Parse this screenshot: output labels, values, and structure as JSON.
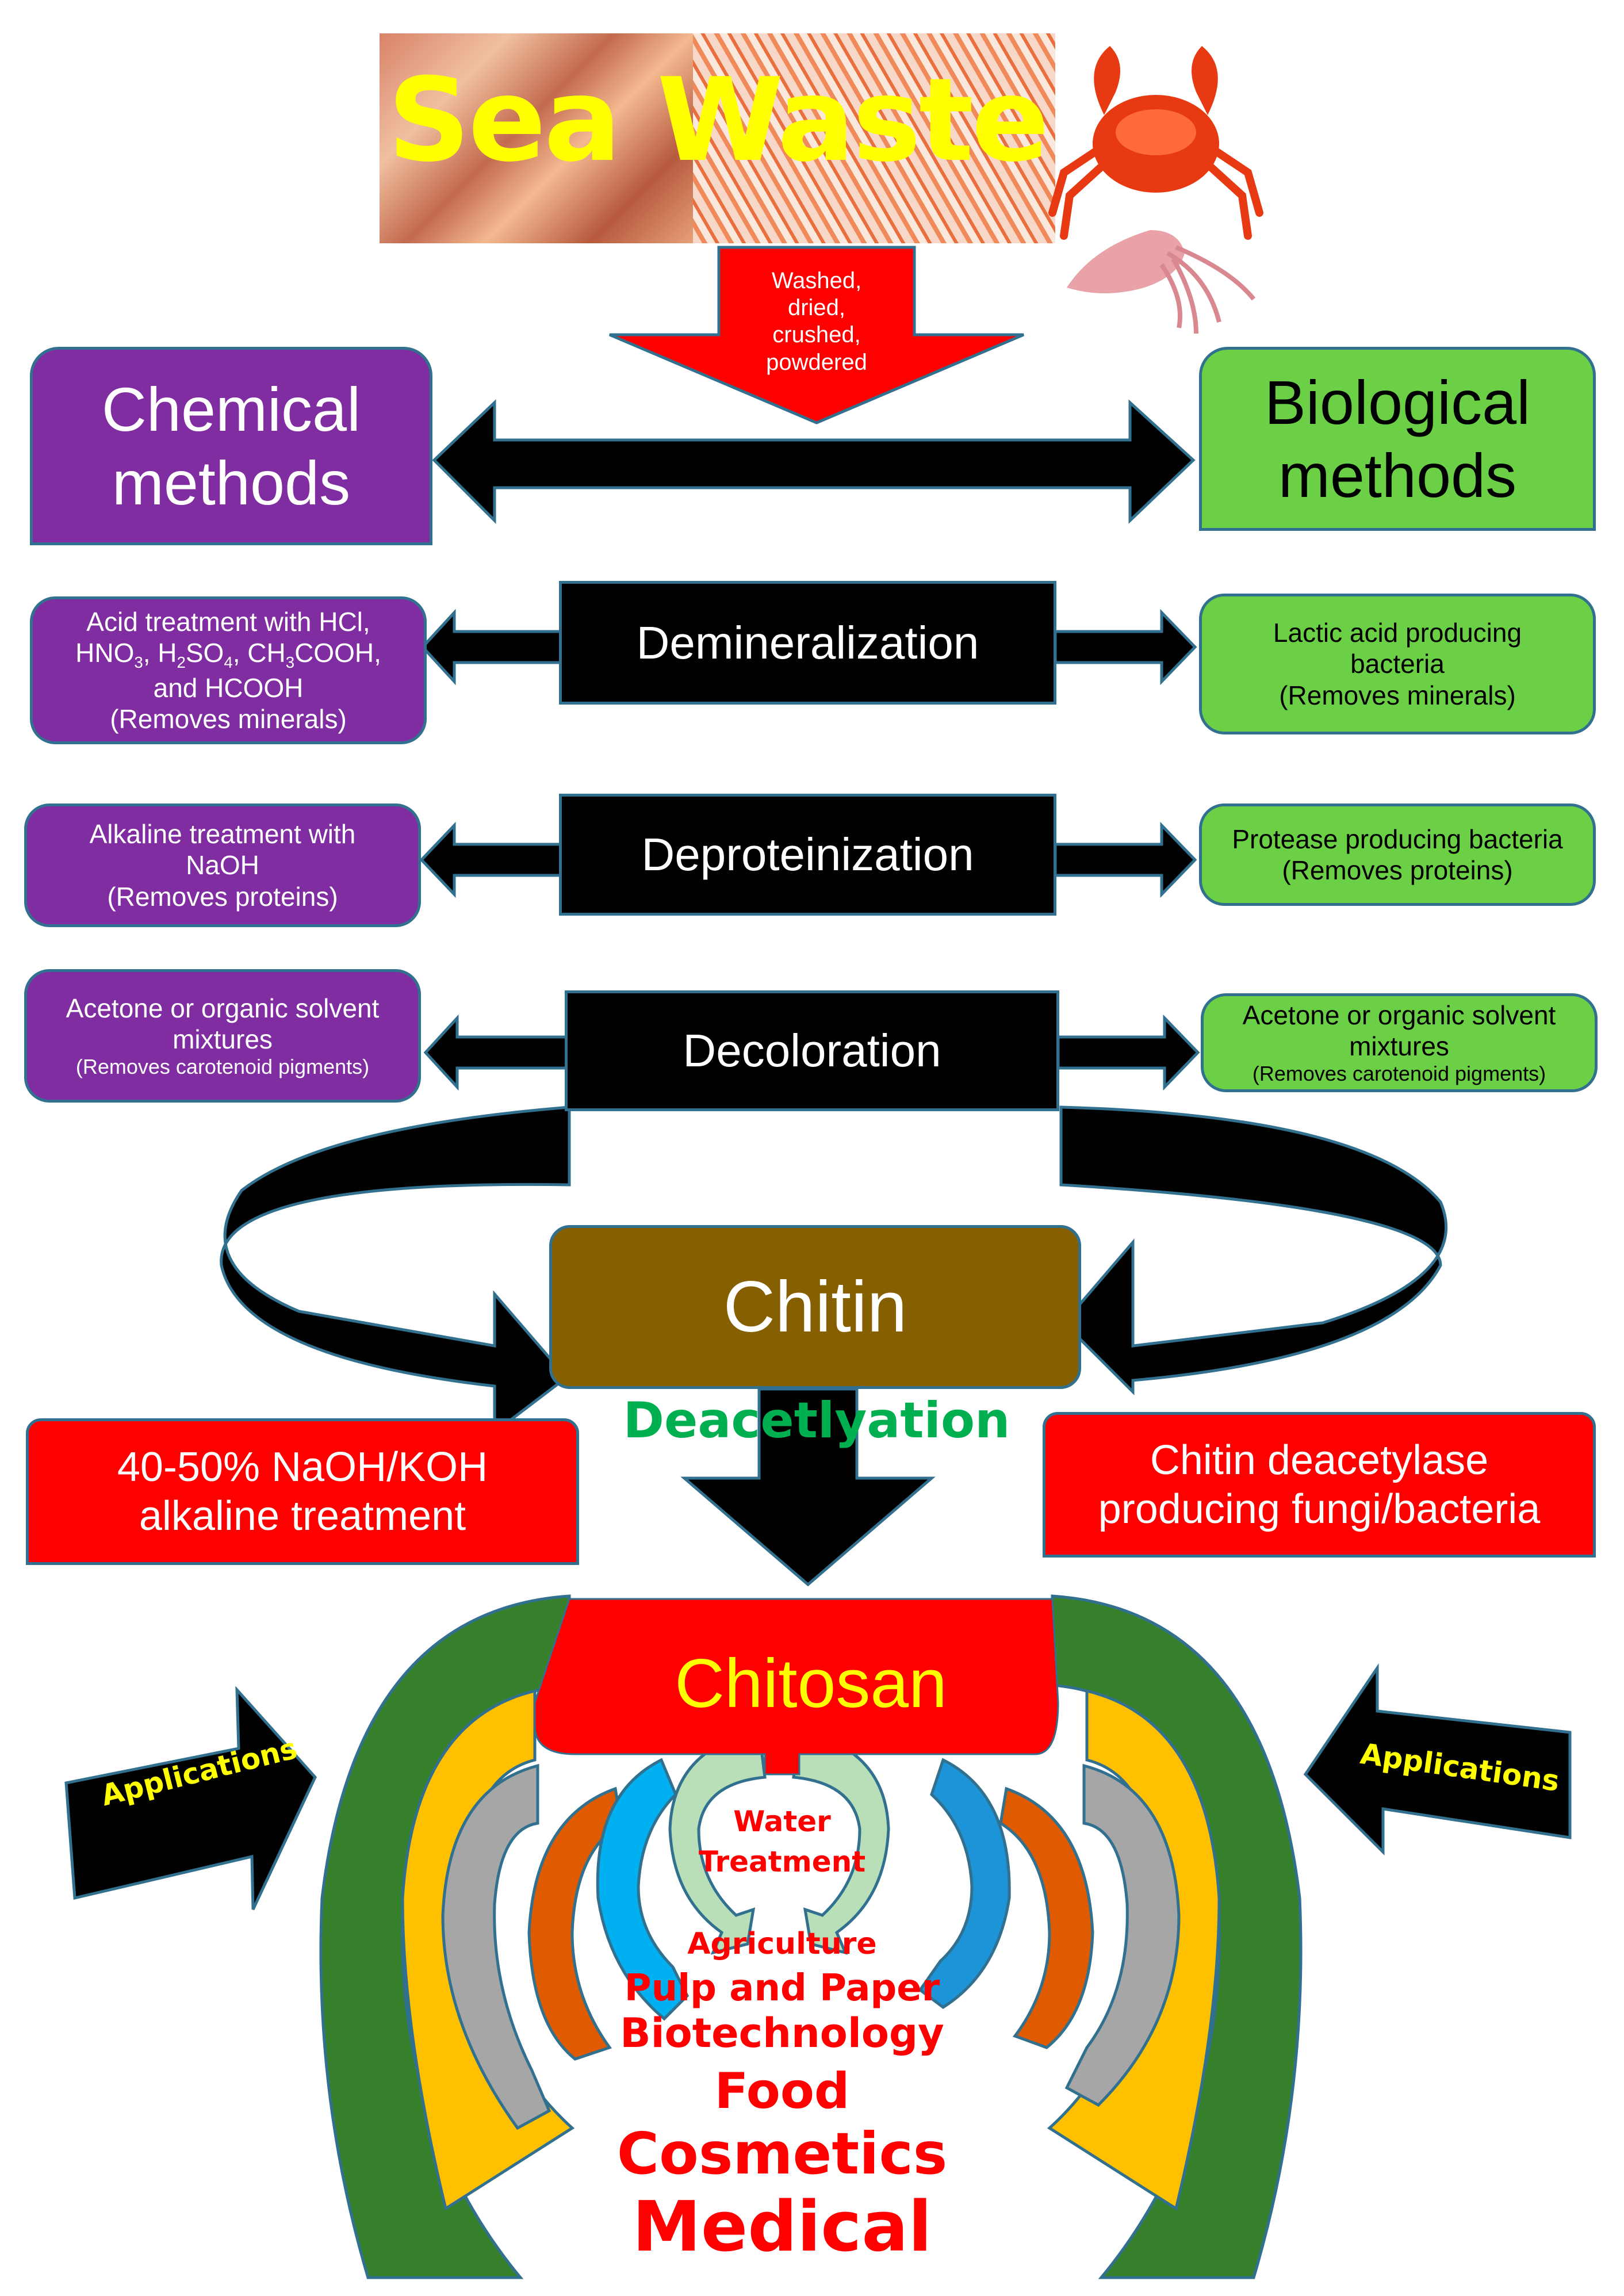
{
  "title": "Sea Waste",
  "preprocess_label": [
    "Washed,",
    "dried,",
    "crushed,",
    "powdered"
  ],
  "methods": {
    "chemical": [
      "Chemical",
      "methods"
    ],
    "biological": [
      "Biological",
      "methods"
    ]
  },
  "steps": [
    {
      "name": "Demineralization",
      "chemical": {
        "lines": [
          "Acid treatment with HCl,",
          "HNO3, H2SO4, CH3COOH,",
          "and HCOOH"
        ],
        "note": "(Removes minerals)"
      },
      "biological": {
        "lines": [
          "Lactic acid producing",
          "bacteria"
        ],
        "note": "(Removes minerals)"
      }
    },
    {
      "name": "Deproteinization",
      "chemical": {
        "lines": [
          "Alkaline treatment with",
          "NaOH"
        ],
        "note": "(Removes proteins)"
      },
      "biological": {
        "lines": [
          "Protease producing bacteria"
        ],
        "note": "(Removes proteins)"
      }
    },
    {
      "name": "Decoloration",
      "chemical": {
        "lines": [
          "Acetone or organic solvent",
          "mixtures"
        ],
        "note": "(Removes carotenoid pigments)"
      },
      "biological": {
        "lines": [
          "Acetone or organic solvent",
          "mixtures"
        ],
        "note": "(Removes carotenoid pigments)"
      }
    }
  ],
  "chitin": "Chitin",
  "deacetylation": {
    "label": "Deacetlyation",
    "chemical": [
      "40-50% NaOH/KOH",
      "alkaline treatment"
    ],
    "biological": [
      "Chitin deacetylase",
      "producing fungi/bacteria"
    ]
  },
  "chitosan": "Chitosan",
  "applications_label": "Applications",
  "applications": [
    "Water",
    "Treatment",
    "Agriculture",
    "Pulp and Paper",
    "Biotechnology",
    "Food",
    "Cosmetics",
    "Medical"
  ],
  "icons": [
    "shrimp-photo",
    "krill-photo",
    "crab-icon",
    "squid-icon"
  ],
  "colors": {
    "chemical": "#7f2da0",
    "biological": "#6bd045",
    "process": "#000000",
    "chitin": "#866000",
    "chitosan": "#ff0000",
    "title_text": "#ffff00",
    "deacetylation_text": "#00b050",
    "application_text": "#ff0000",
    "arc_green": "#38812c",
    "arc_yellow": "#ffc000",
    "arc_gray": "#a6a6a6",
    "arc_orange": "#e05a00",
    "arc_blue": "#1fa8e8",
    "arc_lightgreen": "#b8dfb8"
  }
}
